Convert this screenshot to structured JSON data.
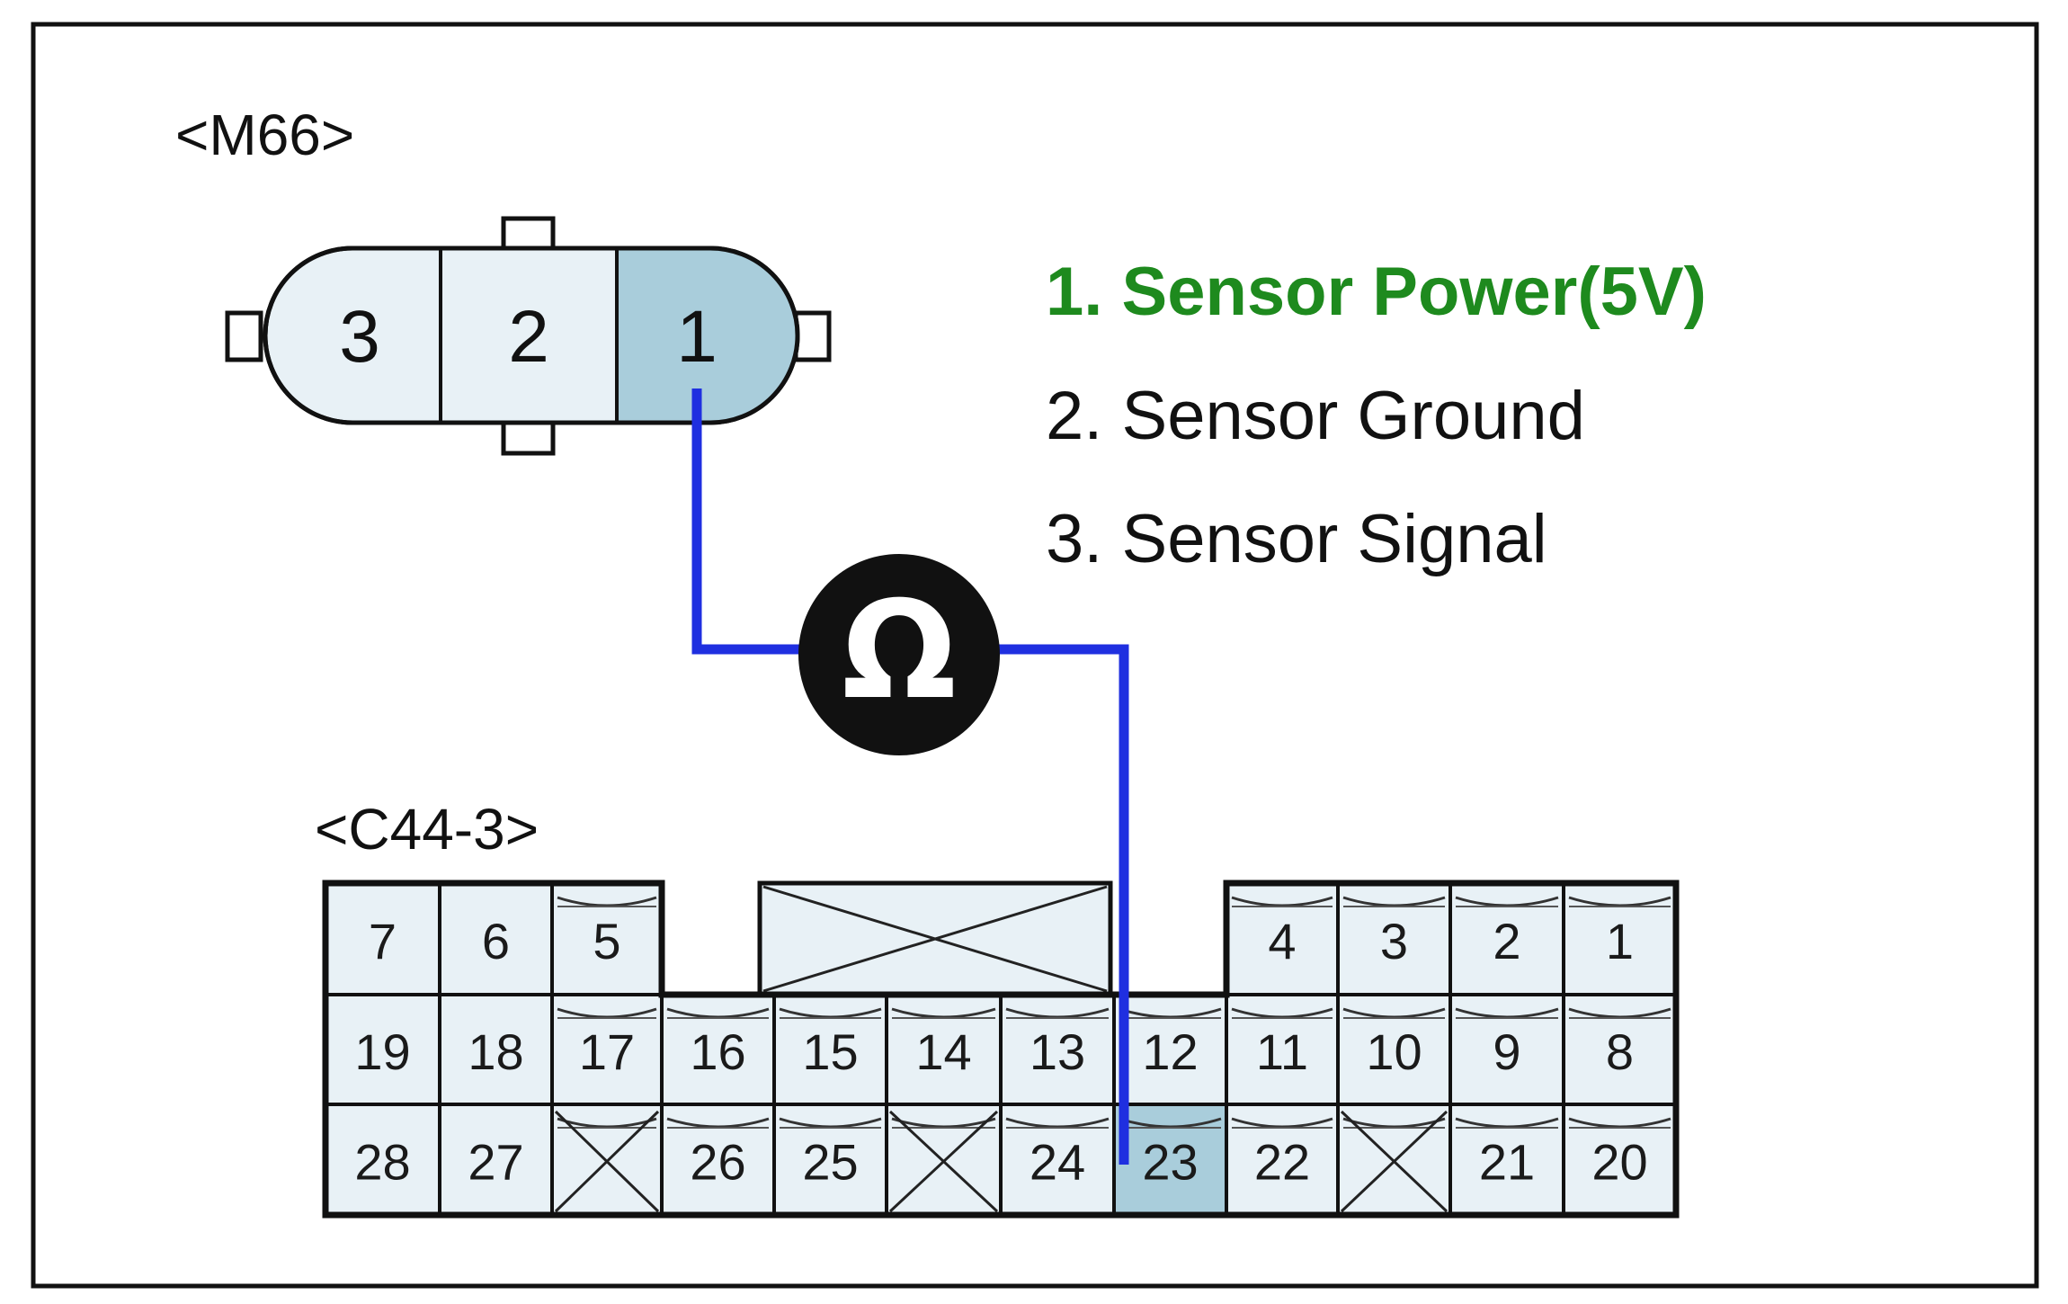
{
  "connector_m66": {
    "label": "<M66>",
    "pins": [
      {
        "num": "3",
        "highlight": false
      },
      {
        "num": "2",
        "highlight": false
      },
      {
        "num": "1",
        "highlight": true
      }
    ]
  },
  "legend": {
    "items": [
      {
        "text": "1. Sensor Power(5V)",
        "color": "#1e8a1e",
        "bold": true
      },
      {
        "text": "2. Sensor Ground",
        "color": "#111111",
        "bold": false
      },
      {
        "text": "3. Sensor Signal",
        "color": "#111111",
        "bold": false
      }
    ]
  },
  "meter": {
    "symbol": "Ω",
    "icon": "ohmmeter-icon"
  },
  "connector_c44": {
    "label": "<C44-3>",
    "row1_left": [
      "7",
      "6",
      "5"
    ],
    "row1_right": [
      "4",
      "3",
      "2",
      "1"
    ],
    "row2": [
      "19",
      "18",
      "17",
      "16",
      "15",
      "14",
      "13",
      "12",
      "11",
      "10",
      "9",
      "8"
    ],
    "row3": [
      "28",
      "27",
      "",
      "26",
      "25",
      "",
      "24",
      "23",
      "22",
      "",
      "21",
      "20"
    ],
    "highlight_pin": "23"
  },
  "colors": {
    "wire": "#1f2fe0",
    "pin_fill": "#e8f1f6",
    "pin_highlight": "#a9cddb",
    "border": "#111111"
  }
}
